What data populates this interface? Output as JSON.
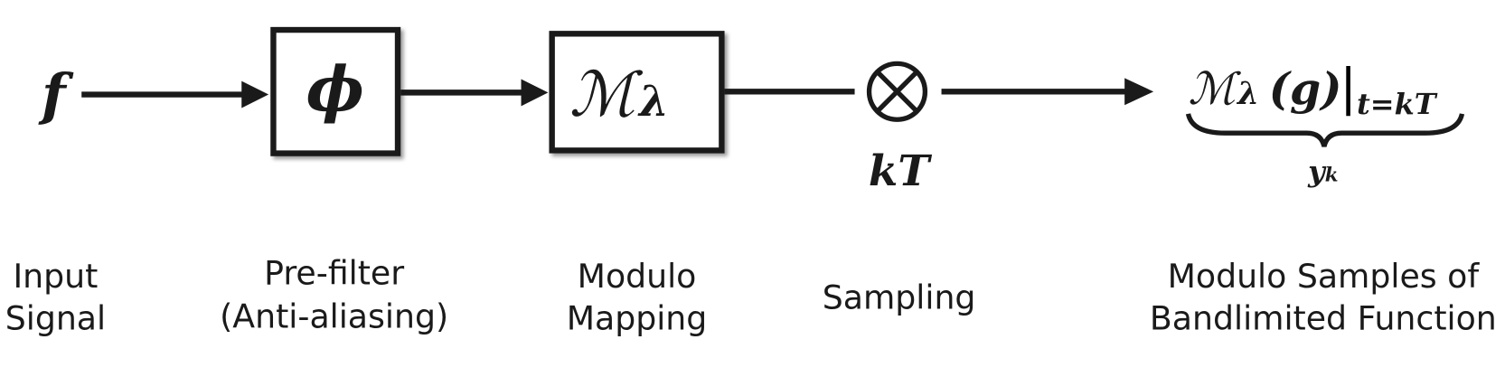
{
  "diagram": {
    "input_symbol": "f",
    "prefilter_symbol": "ϕ",
    "modulo_symbol": "ℳ",
    "modulo_sub": "λ",
    "sampler_symbol": "⊗",
    "sampling_symbol": "kT",
    "output_expr": {
      "op": "ℳ",
      "sub": "λ",
      "arg": "(g)",
      "bar": "|",
      "eval": "t=kT"
    },
    "output_brace_label": "y",
    "output_brace_sub": "k",
    "labels": {
      "input": [
        "Input",
        "Signal"
      ],
      "prefilter": [
        "Pre-filter",
        "(Anti-aliasing)"
      ],
      "modulo": [
        "Modulo",
        "Mapping"
      ],
      "sampling": [
        "Sampling"
      ],
      "output": [
        "Modulo Samples of",
        "Bandlimited Function"
      ]
    }
  }
}
